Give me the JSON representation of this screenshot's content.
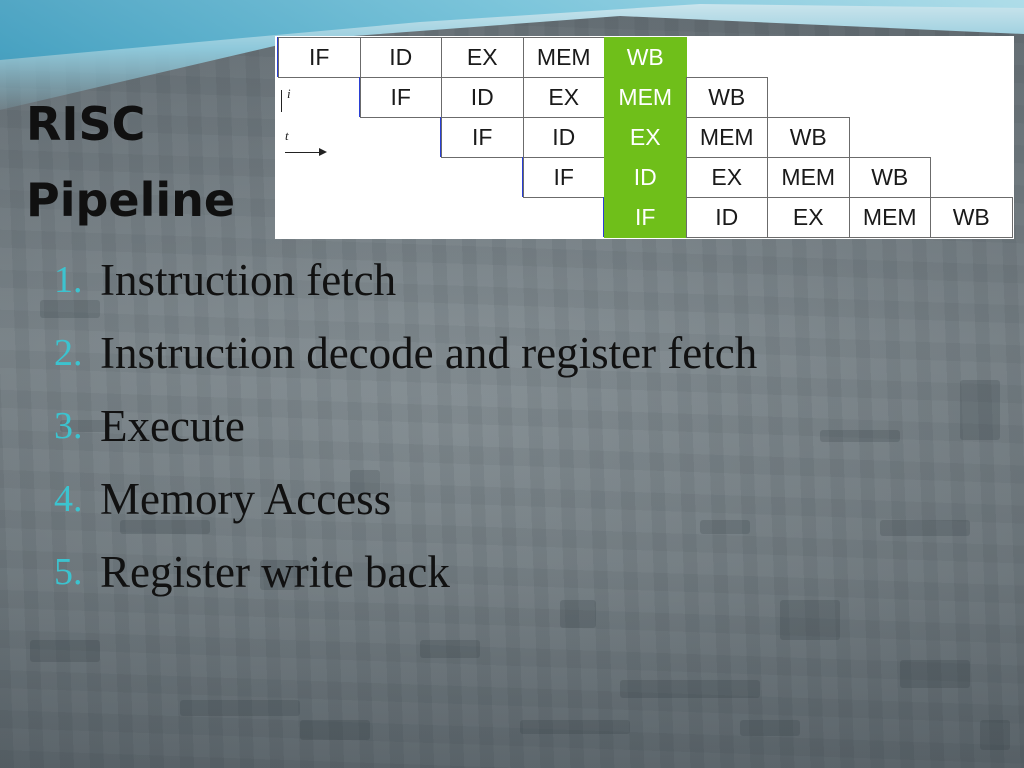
{
  "slide": {
    "title_line1": "RISC",
    "title_line2": "Pipeline"
  },
  "pipeline": {
    "axis_instruction_label": "i",
    "axis_time_label": "t",
    "highlight_color": "#6fbf1a",
    "rows": [
      {
        "offset": 0,
        "stages": [
          "IF",
          "ID",
          "EX",
          "MEM",
          "WB"
        ]
      },
      {
        "offset": 1,
        "stages": [
          "IF",
          "ID",
          "EX",
          "MEM",
          "WB"
        ]
      },
      {
        "offset": 2,
        "stages": [
          "IF",
          "ID",
          "EX",
          "MEM",
          "WB"
        ]
      },
      {
        "offset": 3,
        "stages": [
          "IF",
          "ID",
          "EX",
          "MEM",
          "WB"
        ]
      },
      {
        "offset": 4,
        "stages": [
          "IF",
          "ID",
          "EX",
          "MEM",
          "WB"
        ]
      }
    ],
    "highlight_column": 4
  },
  "steps": [
    {
      "num": "1.",
      "text": "Instruction fetch"
    },
    {
      "num": "2.",
      "text": "Instruction decode and register fetch"
    },
    {
      "num": "3.",
      "text": "Execute"
    },
    {
      "num": "4.",
      "text": "Memory Access"
    },
    {
      "num": "5.",
      "text": "Register write back"
    }
  ],
  "colors": {
    "accent_number": "#3cc3cf",
    "bluebar": "#2a3fd4"
  }
}
